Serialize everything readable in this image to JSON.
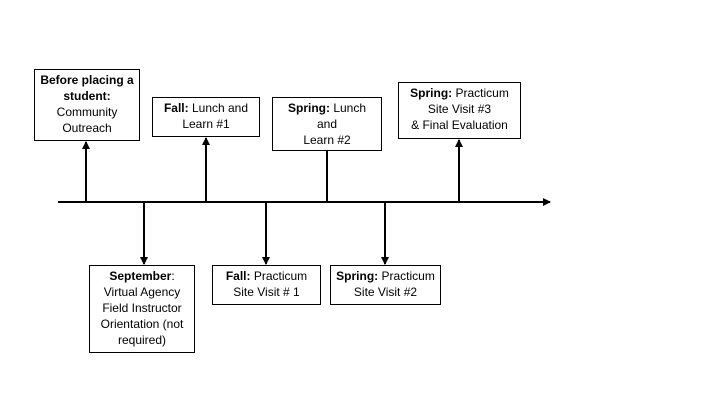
{
  "colors": {
    "line": "#000000",
    "box_border": "#000000",
    "background": "#ffffff"
  },
  "events": [
    {
      "id": "community-outreach",
      "position": "above",
      "lines": [
        [
          {
            "text": "Before placing a",
            "bold": true
          }
        ],
        [
          {
            "text": "student:",
            "bold": true
          }
        ],
        [
          {
            "text": "Community",
            "bold": false
          }
        ],
        [
          {
            "text": "Outreach",
            "bold": false
          }
        ]
      ]
    },
    {
      "id": "september-orientation",
      "position": "below",
      "lines": [
        [
          {
            "text": "September",
            "bold": true
          },
          {
            "text": ":",
            "bold": false
          }
        ],
        [
          {
            "text": "Virtual Agency",
            "bold": false
          }
        ],
        [
          {
            "text": "Field Instructor",
            "bold": false
          }
        ],
        [
          {
            "text": "Orientation (not",
            "bold": false
          }
        ],
        [
          {
            "text": "required)",
            "bold": false
          }
        ]
      ]
    },
    {
      "id": "fall-lunch-learn",
      "position": "above",
      "lines": [
        [
          {
            "text": "Fall:",
            "bold": true
          },
          {
            "text": " Lunch and",
            "bold": false
          }
        ],
        [
          {
            "text": "Learn #1",
            "bold": false
          }
        ]
      ]
    },
    {
      "id": "fall-site-visit",
      "position": "below",
      "lines": [
        [
          {
            "text": "Fall:",
            "bold": true
          },
          {
            "text": " Practicum",
            "bold": false
          }
        ],
        [
          {
            "text": "Site Visit # 1",
            "bold": false
          }
        ]
      ]
    },
    {
      "id": "spring-lunch-learn",
      "position": "above",
      "lines": [
        [
          {
            "text": "Spring:",
            "bold": true
          },
          {
            "text": " Lunch and",
            "bold": false
          }
        ],
        [
          {
            "text": "Learn #2",
            "bold": false
          }
        ]
      ]
    },
    {
      "id": "spring-site-visit-2",
      "position": "below",
      "lines": [
        [
          {
            "text": "Spring:",
            "bold": true
          },
          {
            "text": " Practicum",
            "bold": false
          }
        ],
        [
          {
            "text": "Site Visit #2",
            "bold": false
          }
        ]
      ]
    },
    {
      "id": "spring-site-visit-3",
      "position": "above",
      "lines": [
        [
          {
            "text": "Spring:",
            "bold": true
          },
          {
            "text": " Practicum",
            "bold": false
          }
        ],
        [
          {
            "text": "Site Visit #3",
            "bold": false
          }
        ],
        [
          {
            "text": "& Final Evaluation",
            "bold": false
          }
        ]
      ]
    }
  ]
}
